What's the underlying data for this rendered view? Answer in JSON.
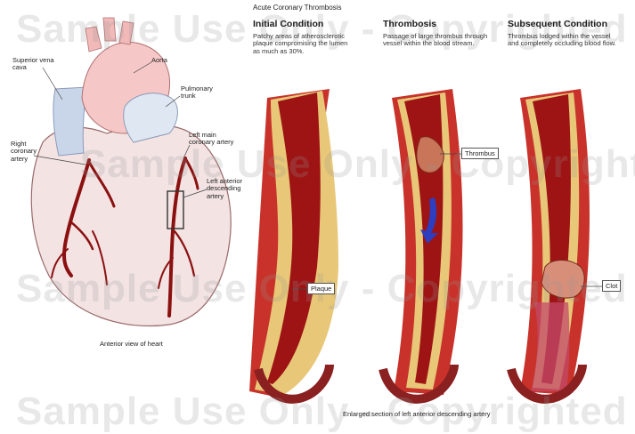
{
  "title": "Acute Coronary Thrombosis",
  "heart": {
    "labels": {
      "svc": "Superior vena cava",
      "aorta": "Aorta",
      "pulmonary": "Pulmonary trunk",
      "rca": "Right coronary artery",
      "lmca": "Left main coronary artery",
      "lad": "Left anterior descending artery"
    },
    "caption": "Anterior view of heart"
  },
  "panels": [
    {
      "heading": "Initial Condition",
      "description": "Patchy areas of atherosclerotic plaque compromising the lumen as much as 30%.",
      "callout": "Plaque"
    },
    {
      "heading": "Thrombosis",
      "description": "Passage of large thrombus through vessel within the blood stream.",
      "callout": "Thrombus"
    },
    {
      "heading": "Subsequent Condition",
      "description": "Thrombus lodged within the vessel and completely occluding blood flow.",
      "callout": "Clot"
    }
  ],
  "bottom_caption": "Enlarged section of left anterior descending artery",
  "watermark": "Sample Use Only - Copyrighted",
  "colors": {
    "blood": "#9e1414",
    "wall": "#c8322a",
    "plaque": "#e8c878",
    "heart": "#f2e2e2",
    "vein": "#c9d6ea"
  }
}
